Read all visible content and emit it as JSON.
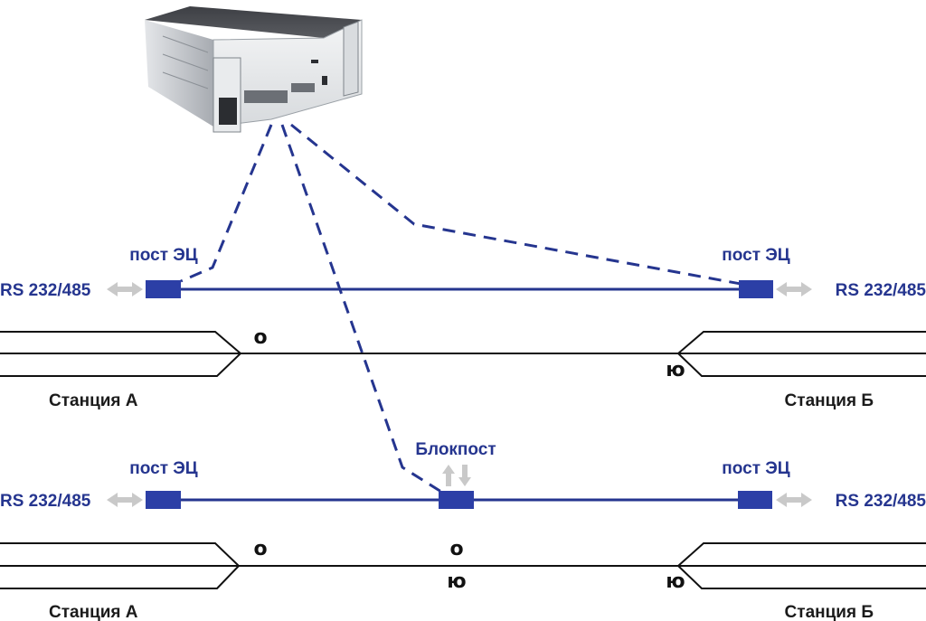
{
  "top": {
    "post_left": "пост ЭЦ",
    "post_right": "пост ЭЦ",
    "rs_left": "RS 232/485",
    "rs_right": "RS 232/485",
    "station_left": "Станция А",
    "station_right": "Станция Б",
    "signal_left": "о",
    "signal_right": "ю"
  },
  "bottom": {
    "post_left": "пост ЭЦ",
    "post_right": "пост ЭЦ",
    "blockpost": "Блокпост",
    "rs_left": "RS 232/485",
    "rs_right": "RS 232/485",
    "station_left": "Станция А",
    "station_right": "Станция Б",
    "signal_left": "о",
    "signal_mid_top": "о",
    "signal_mid_bottom": "ю",
    "signal_right": "ю"
  },
  "colors": {
    "line_blue": "#25358f",
    "block_blue": "#2c3fa6",
    "arrow_gray": "#c9c9c9",
    "track_black": "#111111"
  }
}
